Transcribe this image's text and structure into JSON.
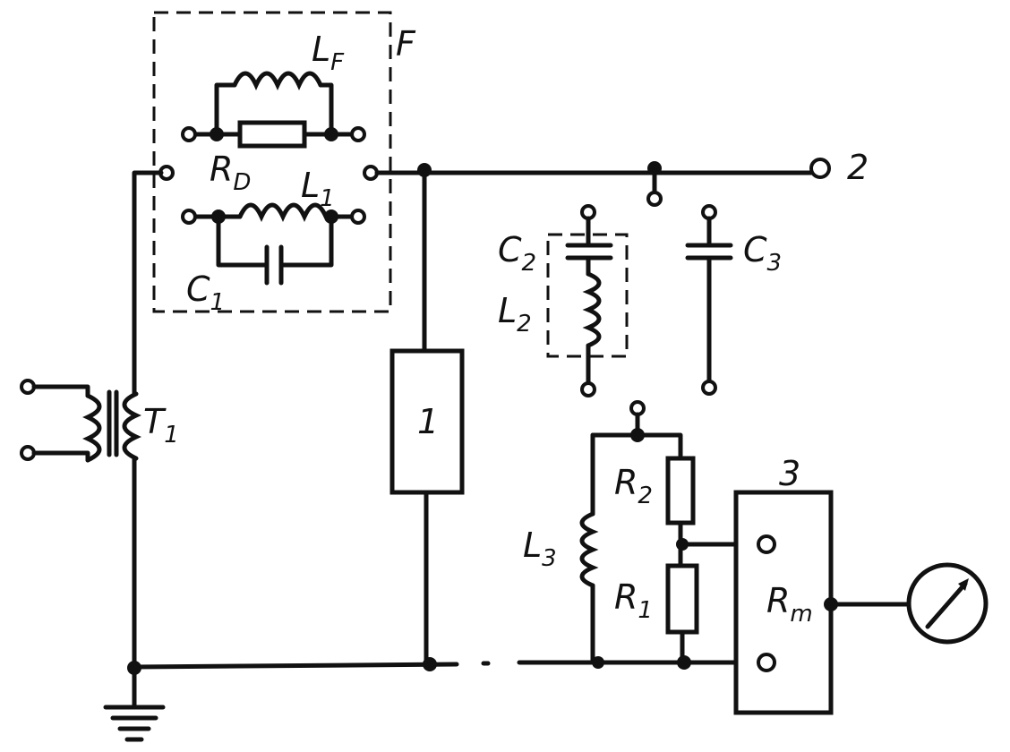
{
  "labels": {
    "lf": "L",
    "lf_sub": "F",
    "f": "F",
    "rd": "R",
    "rd_sub": "D",
    "l1": "L",
    "l1_sub": "1",
    "c1": "C",
    "c1_sub": "1",
    "t1": "T",
    "t1_sub": "1",
    "block1": "1",
    "out2": "2",
    "c2": "C",
    "c2_sub": "2",
    "l2": "L",
    "l2_sub": "2",
    "c3": "C",
    "c3_sub": "3",
    "r2": "R",
    "r2_sub": "2",
    "l3": "L",
    "l3_sub": "3",
    "r1": "R",
    "r1_sub": "1",
    "block3": "3",
    "rm": "R",
    "rm_sub": "m"
  }
}
